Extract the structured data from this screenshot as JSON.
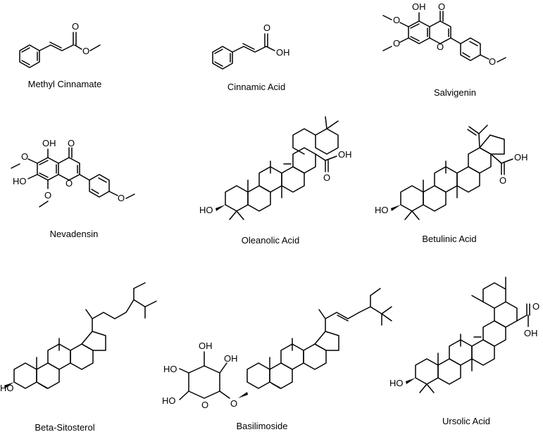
{
  "figure": {
    "compounds": [
      {
        "name": "Methyl Cinnamate"
      },
      {
        "name": "Cinnamic Acid"
      },
      {
        "name": "Salvigenin"
      },
      {
        "name": "Nevadensin"
      },
      {
        "name": "Oleanolic Acid"
      },
      {
        "name": "Betulinic Acid"
      },
      {
        "name": "Beta-Sitosterol"
      },
      {
        "name": "Basilimoside"
      },
      {
        "name": "Ursolic Acid"
      }
    ],
    "atom_labels": {
      "O": "O",
      "OH": "OH",
      "HO": "HO"
    }
  }
}
